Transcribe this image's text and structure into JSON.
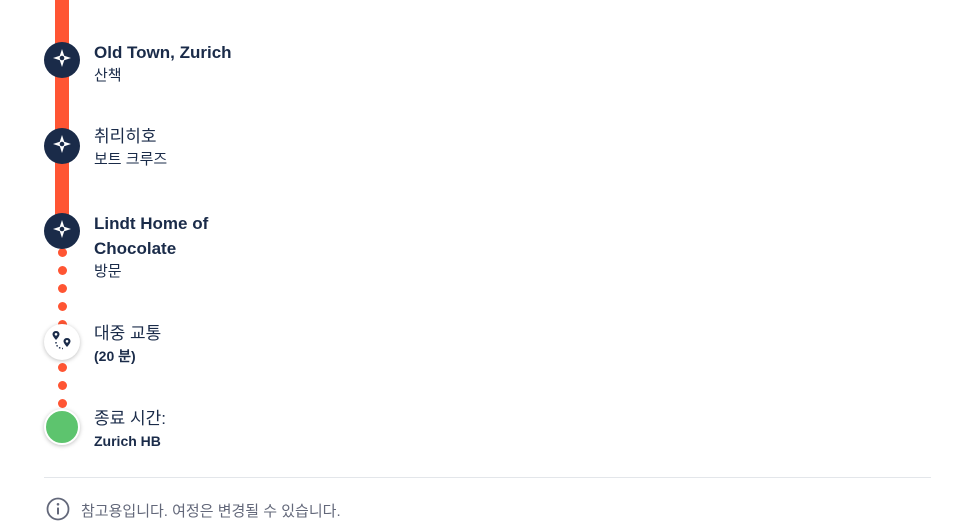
{
  "itinerary": {
    "stops": [
      {
        "title": "Old Town, Zurich",
        "subtitle": "산책",
        "icon": "attraction-icon"
      },
      {
        "title": "취리히호",
        "subtitle": "보트 크루즈",
        "icon": "attraction-icon"
      },
      {
        "title_line1": "Lindt Home of",
        "title_line2": "Chocolate",
        "subtitle": "방문",
        "icon": "attraction-icon"
      }
    ],
    "transport": {
      "title": "대중 교통",
      "duration": "(20 분)",
      "icon": "route-icon"
    },
    "end": {
      "title": "종료 시간:",
      "location": "Zurich HB",
      "icon": "end-point-icon"
    }
  },
  "disclaimer": {
    "icon": "info-icon",
    "text": "참고용입니다. 여정은 변경될 수 있습니다."
  },
  "colors": {
    "route_line": "#ff5533",
    "marker_dark": "#1a2b49",
    "end_marker": "#5dc46e",
    "muted_text": "#63687a"
  }
}
